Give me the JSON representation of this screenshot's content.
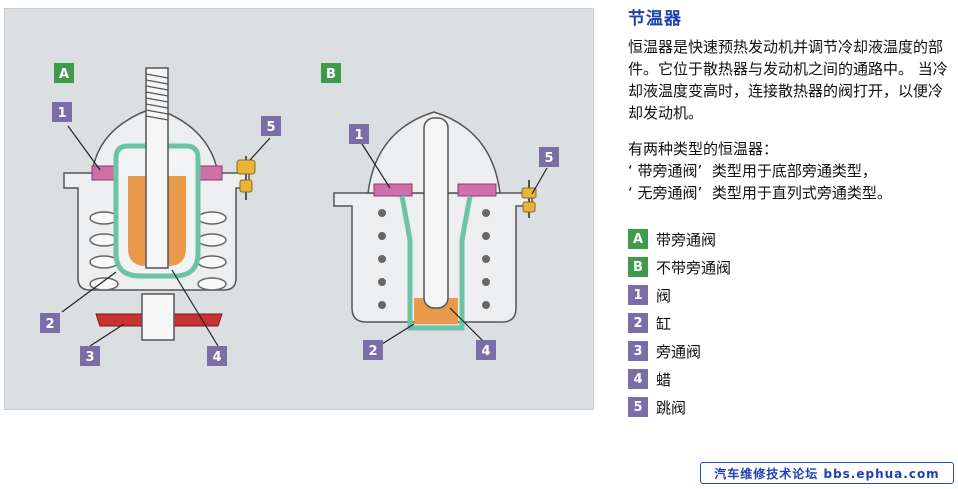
{
  "title": "节温器",
  "description": {
    "para1": "恒温器是快速预热发动机并调节冷却液温度的部件。它位于散热器与发动机之间的通路中。 当冷却液温度变高时，连接散热器的阀打开，以便冷却发动机。",
    "para2_heading": "有两种类型的恒温器：",
    "para2_line1": "‘ 带旁通阀’  类型用于底部旁通类型，",
    "para2_line2": "‘ 无旁通阀’  类型用于直列式旁通类型。"
  },
  "legend": [
    {
      "key": "A",
      "text": "带旁通阀",
      "color": "#3f9a4a"
    },
    {
      "key": "B",
      "text": "不带旁通阀",
      "color": "#3f9a4a"
    },
    {
      "key": "1",
      "text": "阀",
      "color": "#7a6da8"
    },
    {
      "key": "2",
      "text": "缸",
      "color": "#7a6da8"
    },
    {
      "key": "3",
      "text": "旁通阀",
      "color": "#7a6da8"
    },
    {
      "key": "4",
      "text": "蜡",
      "color": "#7a6da8"
    },
    {
      "key": "5",
      "text": "跳阀",
      "color": "#7a6da8"
    }
  ],
  "diagram": {
    "panel_a_label": "A",
    "panel_b_label": "B",
    "callouts": [
      "1",
      "2",
      "3",
      "4",
      "5"
    ]
  },
  "footer": "汽车维修技术论坛 bbs.ephua.com",
  "colors": {
    "panel_bg": "#dcdfe2",
    "wax": "#e89a4a",
    "cylinder": "#6cc4a4",
    "valve_seat": "#d070a8",
    "bypass_valve": "#c83232",
    "jiggle_valve": "#e8b43c",
    "label_green": "#3f9a4a",
    "label_purple": "#7a6da8",
    "title_blue": "#1f3fb6"
  }
}
